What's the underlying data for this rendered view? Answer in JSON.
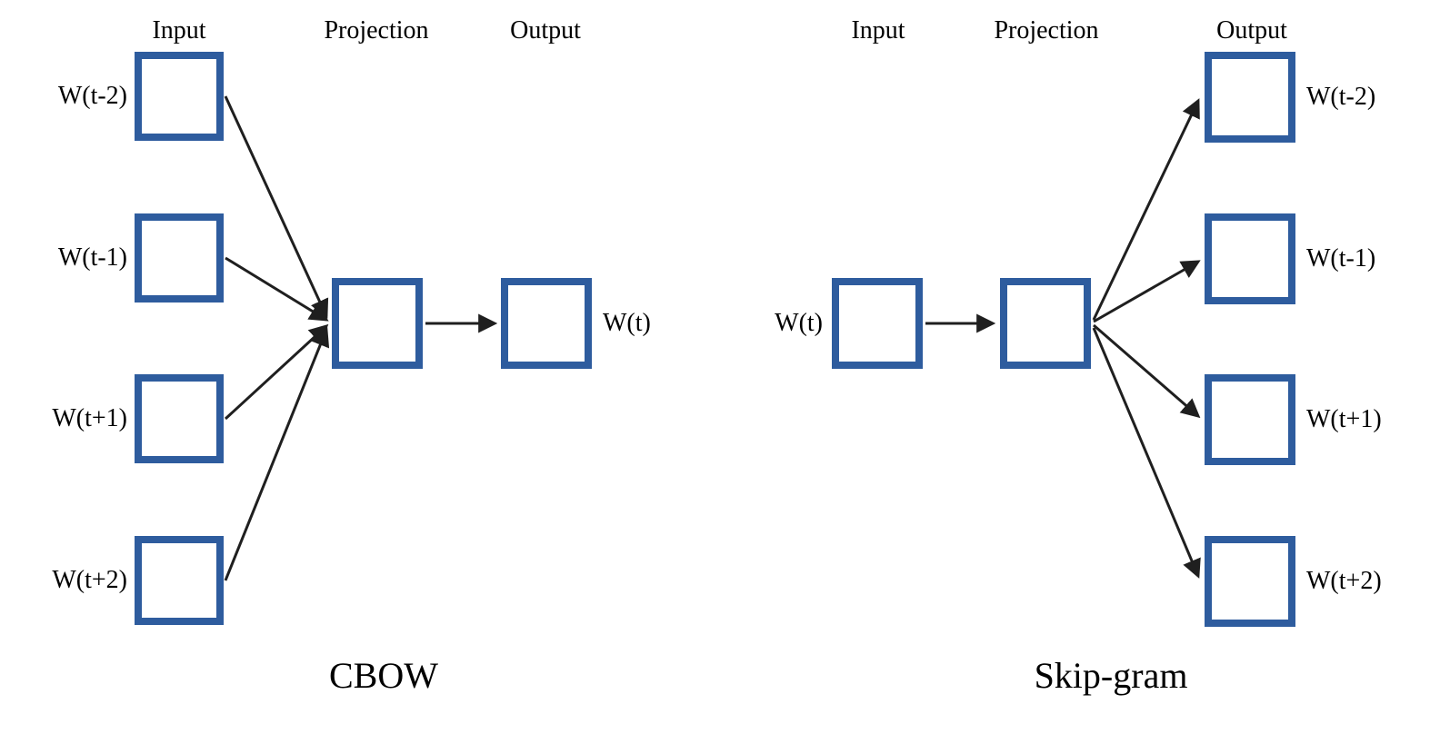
{
  "cbow": {
    "headers": {
      "input": "Input",
      "projection": "Projection",
      "output": "Output"
    },
    "inputs": [
      {
        "label": "W(t-2)"
      },
      {
        "label": "W(t-1)"
      },
      {
        "label": "W(t+1)"
      },
      {
        "label": "W(t+2)"
      }
    ],
    "output_label": "W(t)",
    "caption": "CBOW"
  },
  "skipgram": {
    "headers": {
      "input": "Input",
      "projection": "Projection",
      "output": "Output"
    },
    "input_label": "W(t)",
    "outputs": [
      {
        "label": "W(t-2)"
      },
      {
        "label": "W(t-1)"
      },
      {
        "label": "W(t+1)"
      },
      {
        "label": "W(t+2)"
      }
    ],
    "caption": "Skip-gram"
  },
  "colors": {
    "box_border": "#2E5C9E",
    "arrow": "#1f1f1f",
    "background": "#ffffff",
    "text": "#000000"
  }
}
